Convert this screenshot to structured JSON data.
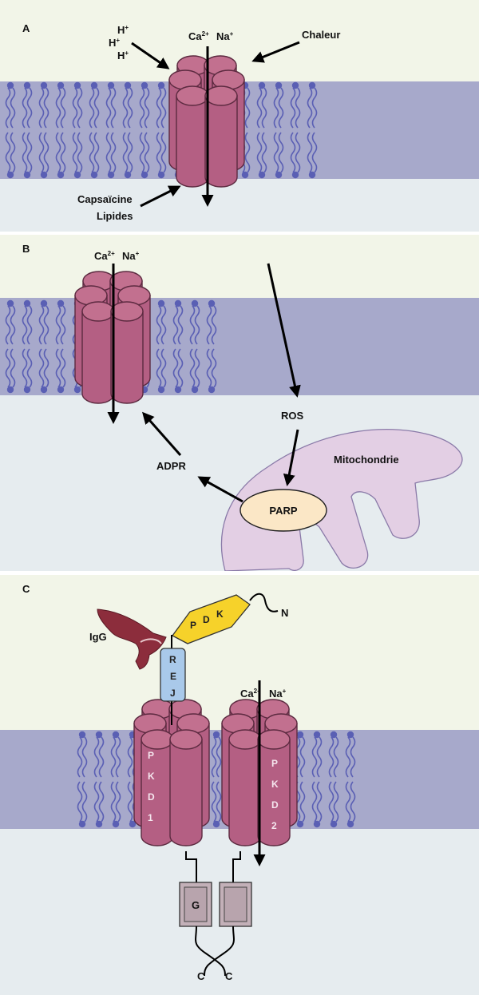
{
  "colors": {
    "background_top": "#f2f5e8",
    "background_bottom": "#e6ecef",
    "membrane": "#a7a9cb",
    "lipid": "#5a5fb4",
    "channel_fill": "#b45f83",
    "channel_stroke": "#5c2a40",
    "mito_fill": "#e3cfe4",
    "mito_stroke": "#8a7aa8",
    "parp_fill": "#fbe7c6",
    "pdk_fill": "#f6d22a",
    "rej_fill": "#a9c9ea",
    "igg_fill": "#8c2d3c",
    "g_box_fill": "#c3b0b8"
  },
  "panel_a": {
    "letter": "A",
    "ion_ca": "Ca",
    "ion_ca_charge": "2+",
    "ion_na": "Na",
    "ion_na_charge": "+",
    "proton_1": "H",
    "proton_2": "H",
    "proton_3": "H",
    "proton_charge": "+",
    "heat": "Chaleur",
    "capsaicin": "Capsaïcine",
    "lipids": "Lipides"
  },
  "panel_b": {
    "letter": "B",
    "ion_ca": "Ca",
    "ion_ca_charge": "2+",
    "ion_na": "Na",
    "ion_na_charge": "+",
    "ros": "ROS",
    "mitochondria": "Mitochondrie",
    "parp": "PARP",
    "adpr": "ADPR"
  },
  "panel_c": {
    "letter": "C",
    "igg": "IgG",
    "pdk_p": "P",
    "pdk_d": "D",
    "pdk_k": "K",
    "n_term": "N",
    "rej_r": "R",
    "rej_e": "E",
    "rej_j": "J",
    "ion_ca": "Ca",
    "ion_ca_charge": "2+",
    "ion_na": "Na",
    "ion_na_charge": "+",
    "pkd1_p": "P",
    "pkd1_k": "K",
    "pkd1_d": "D",
    "pkd1_1": "1",
    "pkd2_p": "P",
    "pkd2_k": "K",
    "pkd2_d": "D",
    "pkd2_2": "2",
    "g_box": "G",
    "c_term_left": "C",
    "c_term_right": "C"
  }
}
